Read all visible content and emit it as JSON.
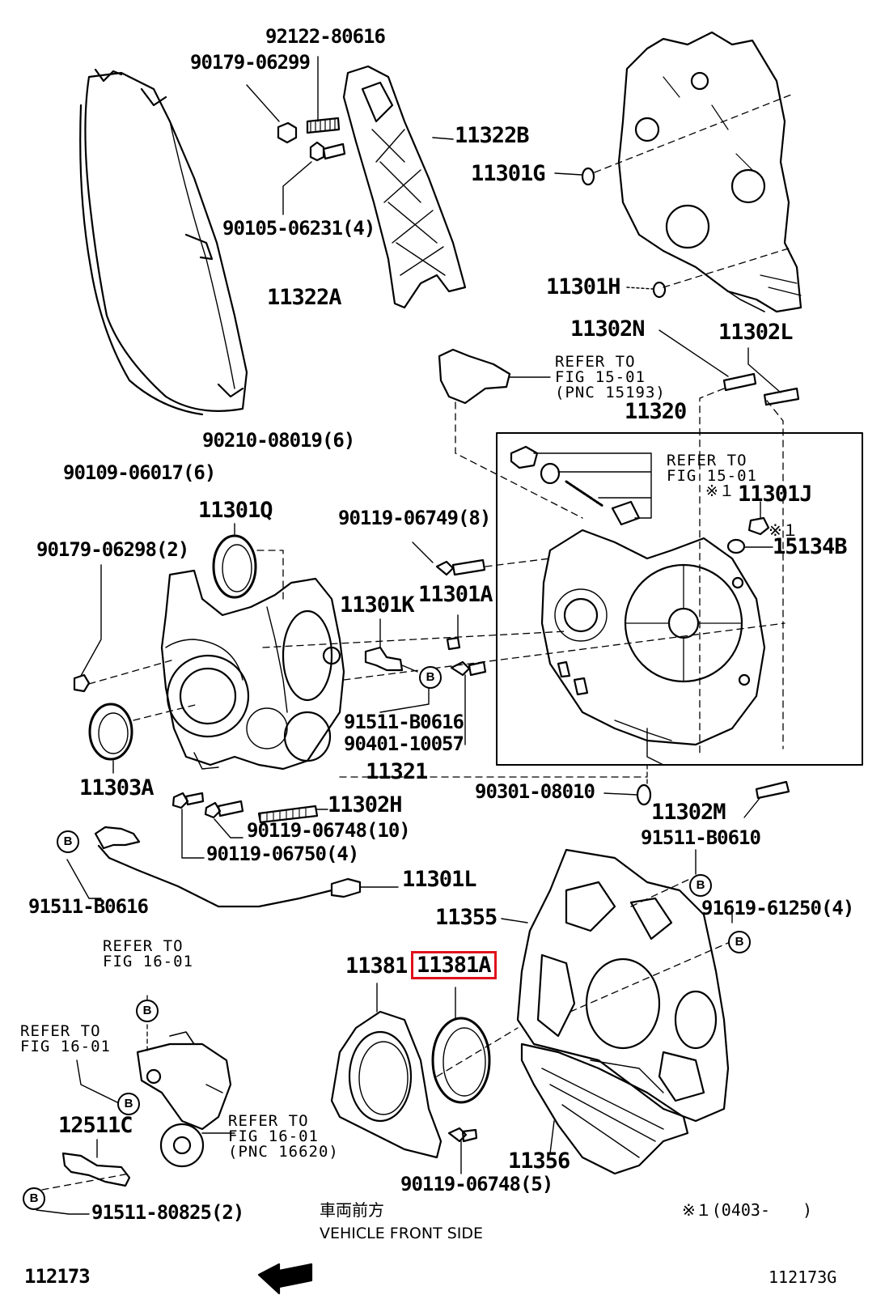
{
  "labels": {
    "p92122": "92122-80616",
    "p90179_06299": "90179-06299",
    "p11322B": "11322B",
    "p11301G": "11301G",
    "p90105": "90105-06231(4)",
    "p11322A": "11322A",
    "p11301H": "11301H",
    "p11302N": "11302N",
    "p11302L": "11302L",
    "p11320": "11320",
    "p90210": "90210-08019(6)",
    "p90109": "90109-06017(6)",
    "p11301Q": "11301Q",
    "p90119_06749": "90119-06749(8)",
    "p90179_06298": "90179-06298(2)",
    "p11301J": "11301J",
    "p15134B": "15134B",
    "p11301K": "11301K",
    "p11301A": "11301A",
    "p91511_B0616a": "91511-B0616",
    "p90401": "90401-10057",
    "p11303A": "11303A",
    "p11321": "11321",
    "p90301": "90301-08010",
    "p11302H": "11302H",
    "p11302M": "11302M",
    "p90119_06748_10": "90119-06748(10)",
    "p91511_B0610": "91511-B0610",
    "p90119_06750": "90119-06750(4)",
    "p11301L": "11301L",
    "p91511_B0616b": "91511-B0616",
    "p11355": "11355",
    "p91619": "91619-61250(4)",
    "p11381": "11381",
    "p11381A": "11381A",
    "p12511C": "12511C",
    "p11356": "11356",
    "p90119_06748_5": "90119-06748(5)",
    "p91511_80825": "91511-80825(2)",
    "fig_code_left": "112173",
    "fig_code_right": "112173G",
    "footnote": "※１(0403-　　)",
    "front_jp": "車両前方",
    "front_en": "VEHICLE FRONT SIDE"
  },
  "refs": {
    "r1": [
      "REFER TO",
      "FIG 15-01",
      "(PNC 15193)"
    ],
    "r2": [
      "REFER TO",
      "FIG 15-01",
      "※１"
    ],
    "r3": [
      "REFER TO",
      "FIG 16-01"
    ],
    "r4": [
      "REFER TO",
      "FIG 16-01"
    ],
    "r5": [
      "REFER TO",
      "FIG 16-01",
      "(PNC 16620)"
    ]
  },
  "markers": {
    "b_letter": "B",
    "star1": "※１"
  },
  "highlight_color": "#e0121b"
}
